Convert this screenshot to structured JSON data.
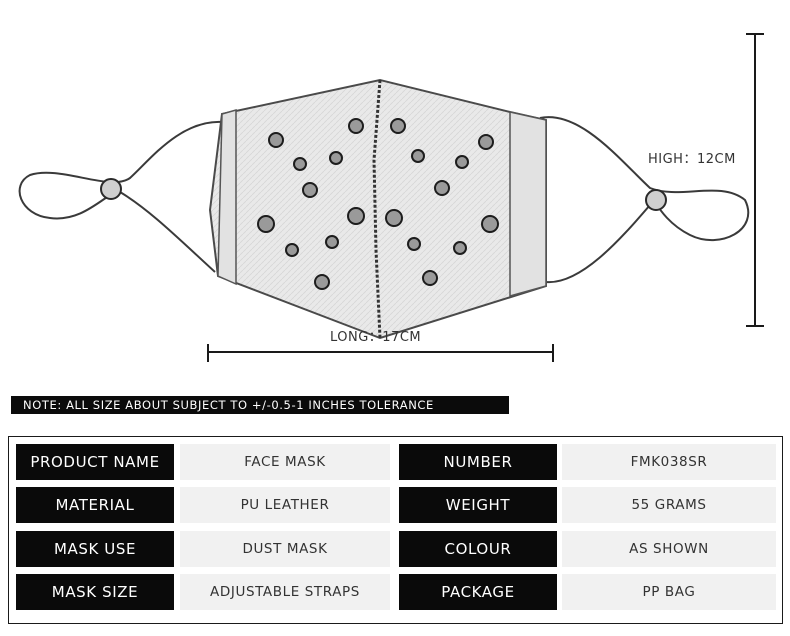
{
  "dimensions": {
    "high_label": "HIGH：12CM",
    "long_label": "LONG：17CM"
  },
  "note": "NOTE: ALL SIZE ABOUT SUBJECT TO +/-0.5-1 INCHES TOLERANCE",
  "specs": {
    "rows": [
      {
        "key1": "PRODUCT NAME",
        "val1": "FACE MASK",
        "key2": "NUMBER",
        "val2": "FMK038SR"
      },
      {
        "key1": "MATERIAL",
        "val1": "PU LEATHER",
        "key2": "WEIGHT",
        "val2": "55 GRAMS"
      },
      {
        "key1": "MASK USE",
        "val1": "DUST MASK",
        "key2": "COLOUR",
        "val2": "AS SHOWN"
      },
      {
        "key1": "MASK SIZE",
        "val1": "ADJUSTABLE STRAPS",
        "key2": "PACKAGE",
        "val2": "PP BAG"
      }
    ]
  }
}
